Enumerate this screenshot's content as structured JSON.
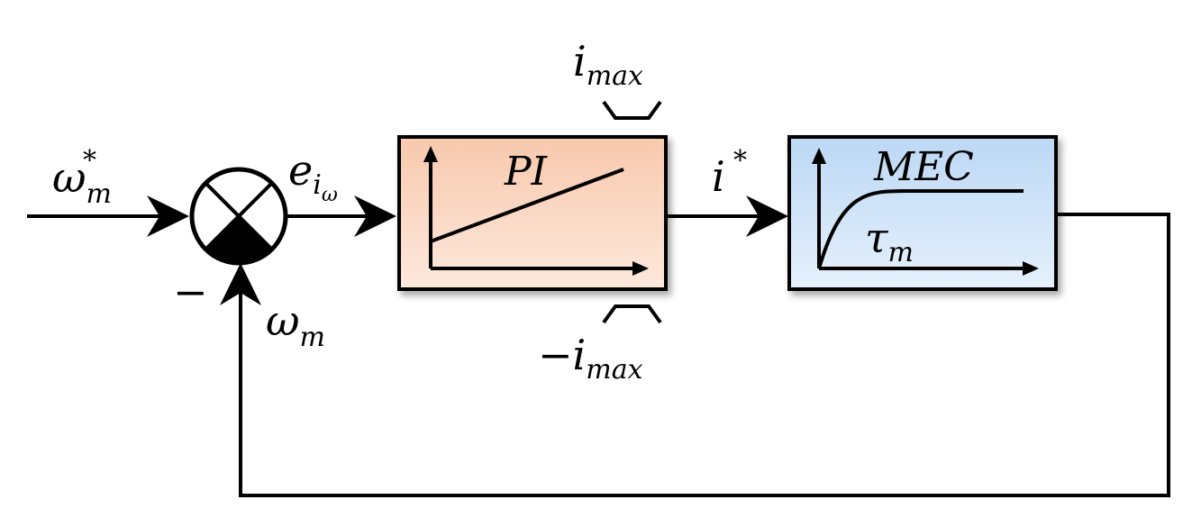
{
  "diagram": {
    "inputs": {
      "reference_symbol": "ω",
      "reference_sub": "m",
      "reference_sup": "*",
      "error_symbol": "e",
      "error_sub": "i",
      "error_subsub": "ω",
      "feedback_symbol": "ω",
      "feedback_sub": "m",
      "minus_sign": "−"
    },
    "pi_block": {
      "label": "PI",
      "upper_limit_symbol": "i",
      "upper_limit_sub": "max",
      "lower_limit_symbol": "−i",
      "lower_limit_sub": "max",
      "fill_top": "#f8c9ad",
      "fill_bottom": "#fde8dc"
    },
    "current_ref": {
      "symbol": "i",
      "sup": "*"
    },
    "mec_block": {
      "label": "MEC",
      "time_constant_symbol": "τ",
      "time_constant_sub": "m",
      "fill_top": "#bcd8f5",
      "fill_bottom": "#e6f1fc"
    }
  }
}
